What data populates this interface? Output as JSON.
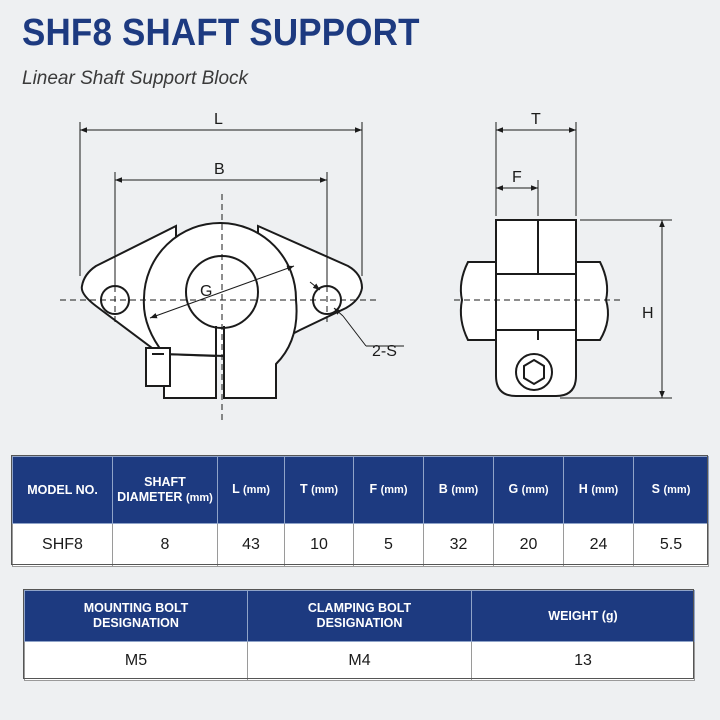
{
  "title": "SHF8 SHAFT SUPPORT",
  "subtitle": "Linear Shaft Support Block",
  "drawing": {
    "front_labels": {
      "L": "L",
      "B": "B",
      "G": "G",
      "S": "2-S"
    },
    "side_labels": {
      "T": "T",
      "F": "F",
      "H": "H"
    }
  },
  "table1": {
    "headers": [
      {
        "main": "MODEL NO.",
        "unit": ""
      },
      {
        "main": "SHAFT",
        "main2": "DIAMETER",
        "unit": "(mm)"
      },
      {
        "main": "L",
        "unit": "(mm)"
      },
      {
        "main": "T",
        "unit": "(mm)"
      },
      {
        "main": "F",
        "unit": "(mm)"
      },
      {
        "main": "B",
        "unit": "(mm)"
      },
      {
        "main": "G",
        "unit": "(mm)"
      },
      {
        "main": "H",
        "unit": "(mm)"
      },
      {
        "main": "S",
        "unit": "(mm)"
      }
    ],
    "row": [
      "SHF8",
      "8",
      "43",
      "10",
      "5",
      "32",
      "20",
      "24",
      "5.5"
    ]
  },
  "table2": {
    "headers": [
      {
        "line1": "MOUNTING BOLT",
        "line2": "DESIGNATION"
      },
      {
        "line1": "CLAMPING BOLT",
        "line2": "DESIGNATION"
      },
      {
        "line1": "WEIGHT (g)",
        "line2": ""
      }
    ],
    "row": [
      "M5",
      "M4",
      "13"
    ]
  }
}
